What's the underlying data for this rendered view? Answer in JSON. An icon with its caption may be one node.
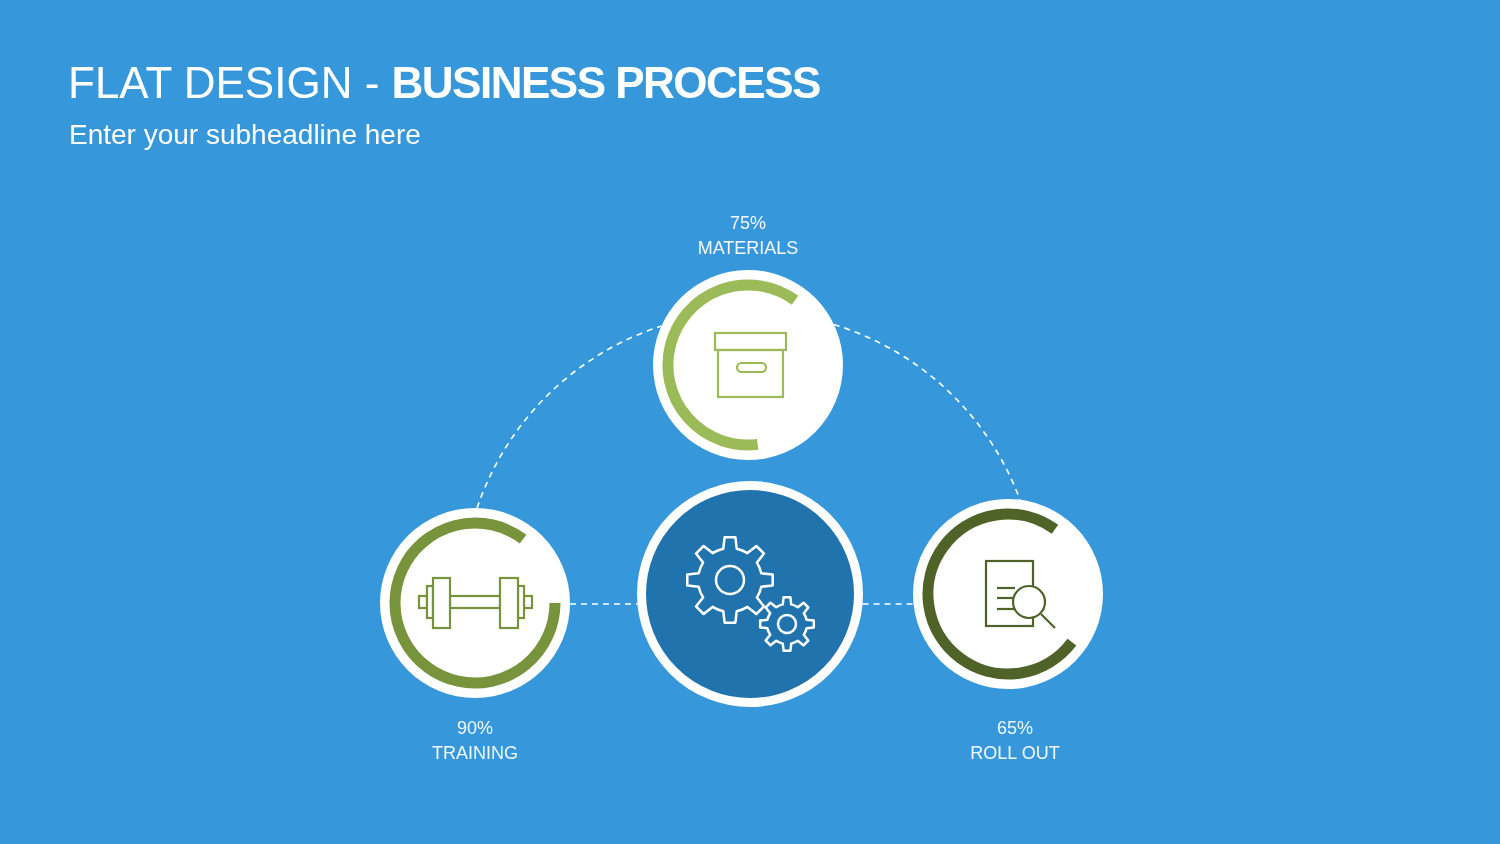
{
  "diagram": {
    "title": "FLAT DESIGN - **BUSINESS PROCESS**",
    "nodes": [
      {
        "text": [
          "75%",
          "MATERIALS"
        ]
      },
      {
        "text": [
          "90%",
          "TRAINING"
        ]
      },
      {
        "text": [],
        "shape": "circle"
      },
      {
        "text": [
          "65%",
          "ROLL OUT"
        ]
      }
    ],
    "edges": [
      {
        "from": 1,
        "to": 0,
        "arrow": "none",
        "style": "dashed"
      },
      {
        "from": 0,
        "to": 3,
        "arrow": "none",
        "style": "dashed"
      },
      {
        "from": 1,
        "to": 2,
        "arrow": "none",
        "style": "dashed"
      },
      {
        "from": 2,
        "to": 3,
        "arrow": "none",
        "style": "dashed"
      }
    ],
    "labels": [
      "Enter your subheadline here"
    ]
  }
}
